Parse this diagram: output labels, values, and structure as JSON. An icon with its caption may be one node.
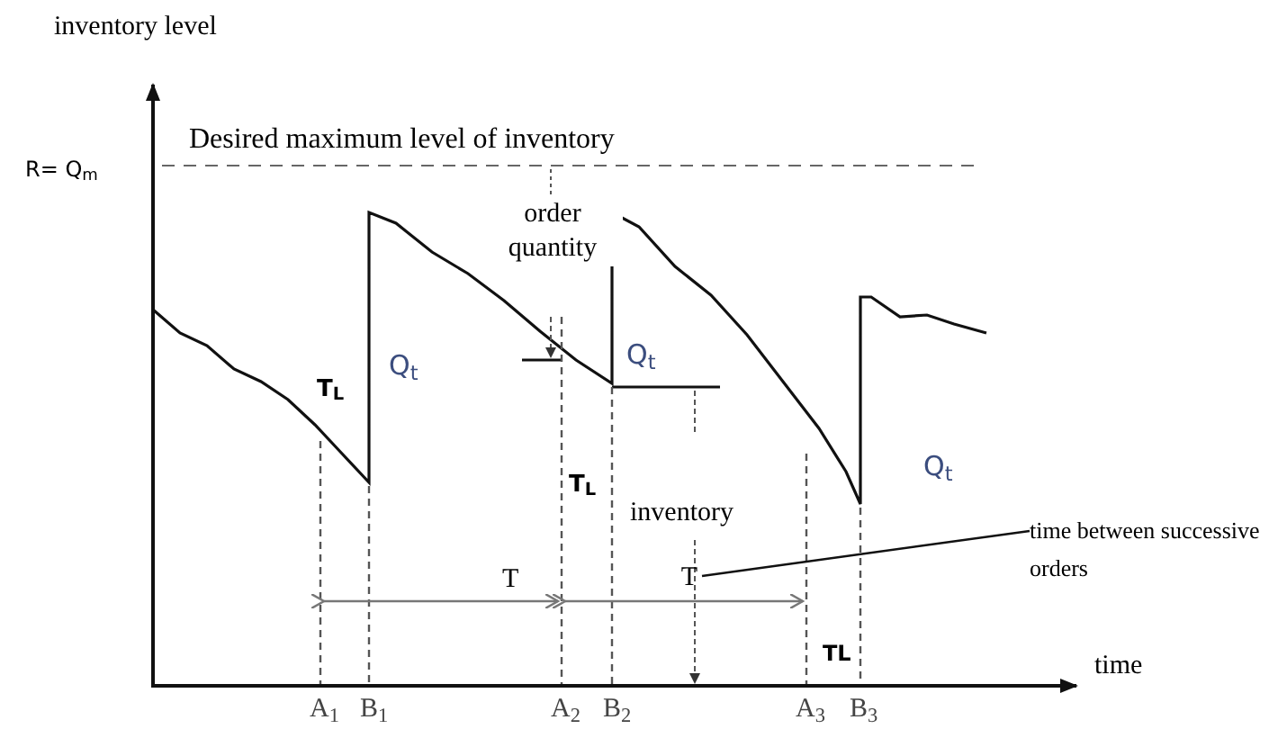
{
  "diagram": {
    "nodes": [
      {
        "text": [
          "time between successive orders"
        ]
      },
      {
        "text": [
          "T"
        ]
      }
    ],
    "edges": [
      {
        "from": 0,
        "to": 1,
        "arrow": "none"
      }
    ],
    "labels": [
      "inventory level",
      "Desired maximum level of inventory",
      "R= Q$_{m}$",
      "order quantity",
      "T$_{L}$",
      "Q$_{t}$",
      "Q$_{t}$",
      "T$_{L}$",
      "Q$_{t}$",
      "inventory",
      "T",
      "TL",
      "time",
      "A$_{1}$",
      "B$_{1}$",
      "A$_{2}$",
      "B$_{2}$",
      "A$_{3}$",
      "B$_{3}$"
    ]
  }
}
